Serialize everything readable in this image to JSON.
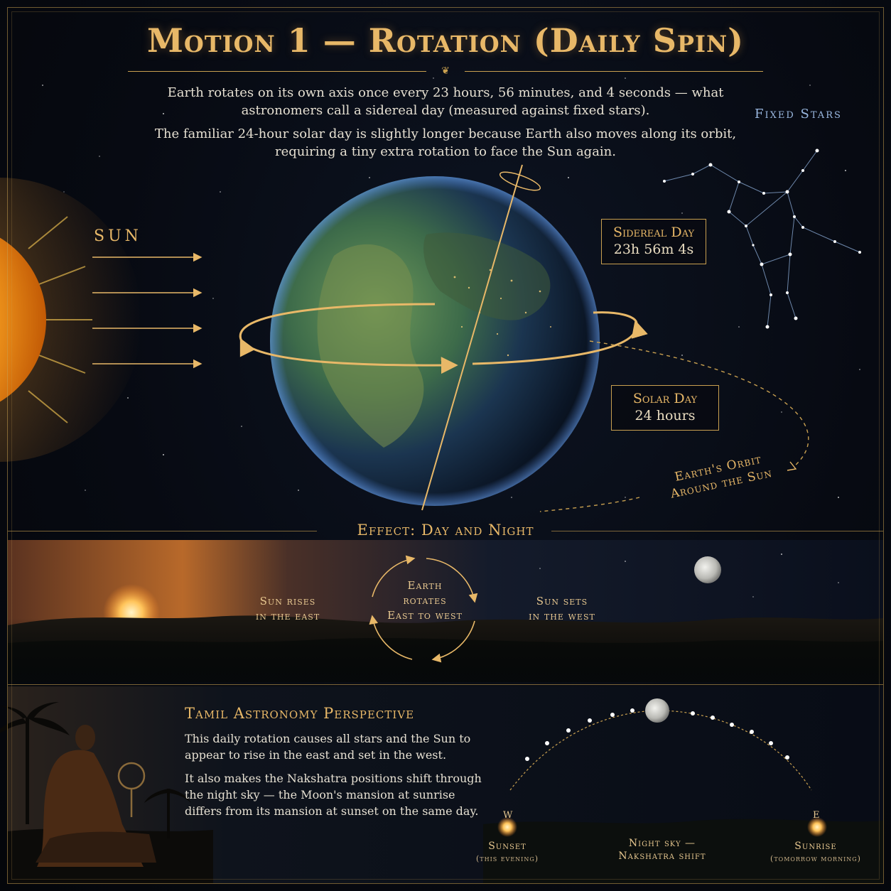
{
  "title": "Motion 1 — Rotation (Daily Spin)",
  "intro": {
    "p1": "Earth rotates on its own axis once every 23 hours, 56 minutes, and 4 seconds — what astronomers call a sidereal day (measured against fixed stars).",
    "p2": "The familiar 24-hour solar day is slightly longer because Earth also moves along its orbit, requiring a tiny extra rotation to face the Sun again."
  },
  "labels": {
    "sun": "SUN",
    "fixed_stars": "Fixed Stars",
    "orbit_line1": "Earth's Orbit",
    "orbit_line2": "Around the Sun"
  },
  "sidereal_box": {
    "title": "Sidereal Day",
    "value": "23h 56m 4s"
  },
  "solar_box": {
    "title": "Solar Day",
    "value": "24 hours"
  },
  "effect": {
    "title": "Effect: Day and Night",
    "sunrise_line1": "Sun rises",
    "sunrise_line2": "in the east",
    "rotate_line1": "Earth",
    "rotate_line2": "rotates",
    "rotate_line3": "East to west",
    "sunset_line1": "Sun sets",
    "sunset_line2": "in the west"
  },
  "tamil": {
    "title": "Tamil Astronomy Perspective",
    "p1": "This daily rotation causes all stars and the Sun to appear to rise in the east and set in the west.",
    "p2": "It also makes the Nakshatra positions shift through the night sky — the Moon's mansion at sunrise differs from its mansion at sunset on the same day.",
    "west": "W",
    "east": "E",
    "sunset": "Sunset",
    "sunset_sub": "(this evening)",
    "night_line1": "Night sky —",
    "night_line2": "Nakshatra shift",
    "sunrise": "Sunrise",
    "sunrise_sub": "(tomorrow morning)"
  },
  "colors": {
    "gold": "#e8b868",
    "frame": "#c9a050",
    "star_blue": "#9ab8e0",
    "text": "#e6e0d2"
  }
}
